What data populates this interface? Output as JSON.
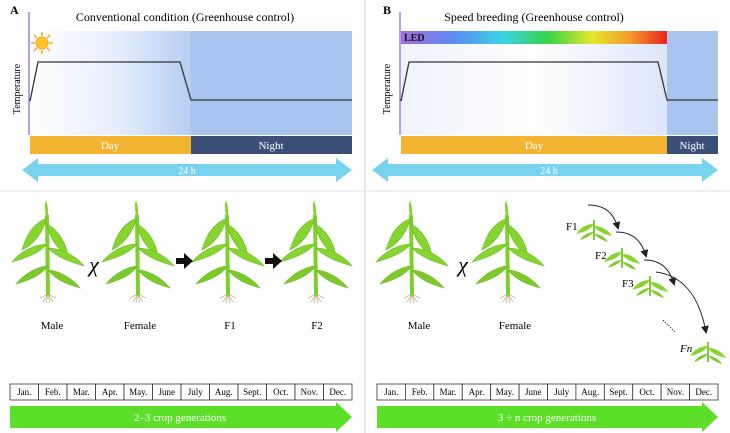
{
  "panel_a": {
    "letter": "A",
    "title": "Conventional condition (Greenhouse control)",
    "ylabel": "Temperature",
    "day_label": "Day",
    "night_label": "Night",
    "duration_label": "24 h",
    "plants": [
      "Male",
      "Female",
      "F1",
      "F2"
    ],
    "months": [
      "Jan.",
      "Feb.",
      "Mar.",
      "Apr.",
      "May.",
      "June",
      "July",
      "Aug.",
      "Sept.",
      "Oct.",
      "Nov.",
      "Dec."
    ],
    "generations_label": "2–3 crop generations"
  },
  "panel_b": {
    "letter": "B",
    "title": "Speed breeding (Greenhouse control)",
    "ylabel": "Temperature",
    "led_label": "LED",
    "day_label": "Day",
    "night_label": "Night",
    "duration_label": "24 h",
    "plants": [
      "Male",
      "Female"
    ],
    "generation_labels": [
      "F1",
      "F2",
      "F3",
      "Fn"
    ],
    "months": [
      "Jan.",
      "Feb.",
      "Mar.",
      "Apr.",
      "May.",
      "June",
      "July",
      "Aug.",
      "Sept.",
      "Oct.",
      "Nov.",
      "Dec."
    ],
    "generations_label": "3 ÷ n crop generations"
  },
  "colors": {
    "day_bar": "#f3b531",
    "night_bar": "#3b4f78",
    "night_sky": "#a9c4ef",
    "duration_arrow": "#78d3ee",
    "generations_arrow": "#5bdf28",
    "plant_leaf": "#7fcf2e"
  }
}
